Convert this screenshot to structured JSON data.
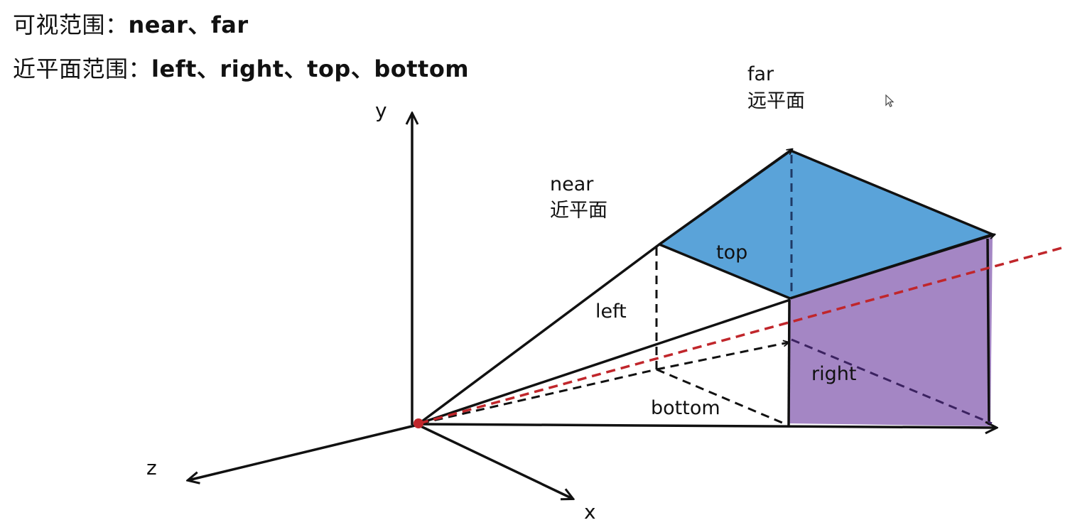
{
  "heading": {
    "visible_range_label": "可视范围：",
    "visible_range_terms": "near、far",
    "near_plane_range_label": "近平面范围：",
    "near_plane_range_terms": "left、right、top、bottom"
  },
  "axes": {
    "x": "x",
    "y": "y",
    "z": "z"
  },
  "planes": {
    "near_name": "near",
    "near_caption": "近平面",
    "far_name": "far",
    "far_caption": "远平面"
  },
  "faces": {
    "top": "top",
    "left": "left",
    "right": "right",
    "bottom": "bottom"
  },
  "colors": {
    "top_face": "#5aa3d9",
    "right_face": "#a486c4",
    "view_axis": "#c0262b",
    "origin": "#c0262b",
    "stroke": "#111111"
  },
  "icons": [
    "mouse-cursor-icon"
  ]
}
